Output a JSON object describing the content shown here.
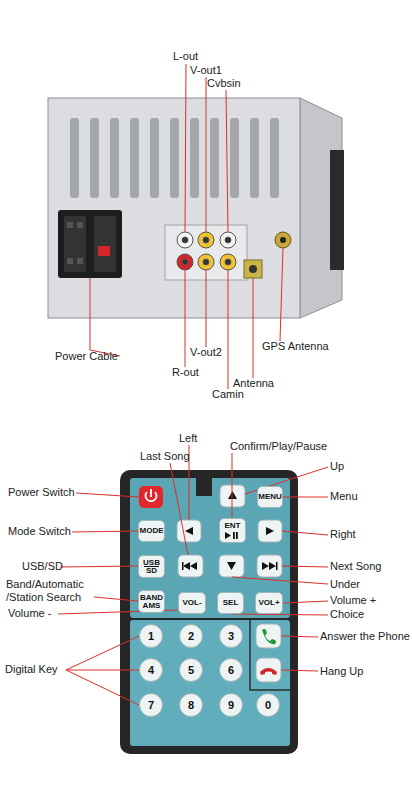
{
  "diagram": {
    "nodes": [
      {
        "text": [
          "MENU"
        ]
      },
      {
        "text": [
          "MODE"
        ]
      },
      {
        "text": [
          "ENT"
        ]
      },
      {
        "text": [
          "USB SD"
        ]
      },
      {
        "text": [
          "BAND AMS"
        ]
      },
      {
        "text": [
          "VOL-"
        ]
      },
      {
        "text": [
          "SEL"
        ]
      },
      {
        "text": [
          "VOL+"
        ]
      },
      {
        "text": [
          "1"
        ]
      },
      {
        "text": [
          "2"
        ]
      },
      {
        "text": [
          "3"
        ]
      },
      {
        "text": [
          "4"
        ]
      },
      {
        "text": [
          "5"
        ]
      },
      {
        "text": [
          "6"
        ]
      },
      {
        "text": [
          "7"
        ]
      },
      {
        "text": [
          "8"
        ]
      },
      {
        "text": [
          "9"
        ]
      },
      {
        "text": [
          "0"
        ]
      }
    ],
    "labels": [
      "L-out",
      "V-out1",
      "Cvbsin",
      "Power Cable",
      "V-out2",
      "R-out",
      "Antenna",
      "Camin",
      "GPS Antenna",
      "Left",
      "Last Song",
      "Confirm/Play/Pause",
      "Up",
      "Power Switch",
      "Menu",
      "Mode Switch",
      "Right",
      "USB/SD",
      "Next Song",
      "Band/Automatic /Station Search",
      "Under",
      "Volume +",
      "Choice",
      "Volume -",
      "Answer the Phone",
      "Digital Key",
      "Hang Up"
    ]
  }
}
